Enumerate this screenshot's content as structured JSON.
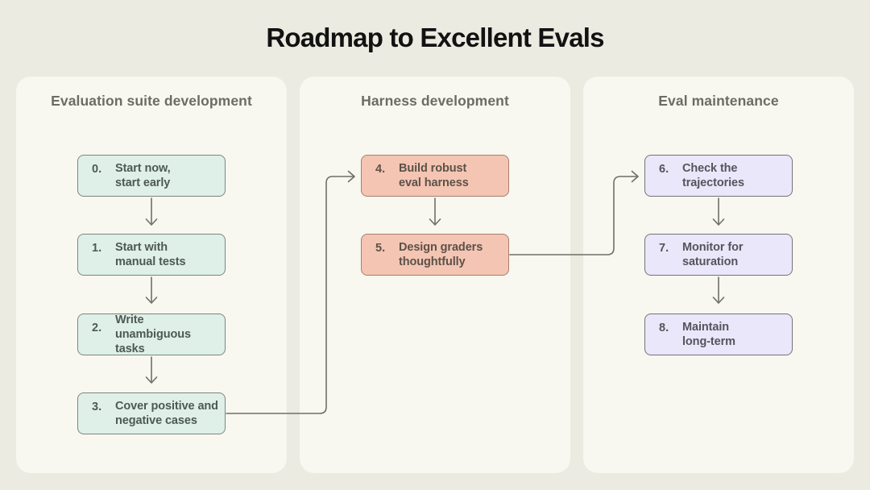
{
  "title": "Roadmap to Excellent Evals",
  "background_color": "#EBEBE1",
  "card_color": "#F8F7F0",
  "connector_color": "#6F6F68",
  "columns": [
    {
      "header": "Evaluation suite development",
      "colors": {
        "fill": "#DFF0E9",
        "border": "#7C867F",
        "text": "#4D5A53"
      },
      "boxes": [
        {
          "number": "0.",
          "lines": [
            "Start now,",
            "start early"
          ]
        },
        {
          "number": "1.",
          "lines": [
            "Start with",
            "manual tests"
          ]
        },
        {
          "number": "2.",
          "lines": [
            "Write unambiguous",
            "tasks"
          ]
        },
        {
          "number": "3.",
          "lines": [
            "Cover positive and",
            "negative cases"
          ]
        }
      ]
    },
    {
      "header": "Harness development",
      "colors": {
        "fill": "#F4C5B3",
        "border": "#AA7E6E",
        "text": "#5C5149"
      },
      "boxes": [
        {
          "number": "4.",
          "lines": [
            "Build robust",
            "eval harness"
          ]
        },
        {
          "number": "5.",
          "lines": [
            "Design graders",
            "thoughtfully"
          ]
        }
      ]
    },
    {
      "header": "Eval maintenance",
      "colors": {
        "fill": "#EAE7FA",
        "border": "#73727A",
        "text": "#55545D"
      },
      "boxes": [
        {
          "number": "6.",
          "lines": [
            "Check the",
            "trajectories"
          ]
        },
        {
          "number": "7.",
          "lines": [
            "Monitor for",
            "saturation"
          ]
        },
        {
          "number": "8.",
          "lines": [
            "Maintain",
            "long-term"
          ]
        }
      ]
    }
  ]
}
